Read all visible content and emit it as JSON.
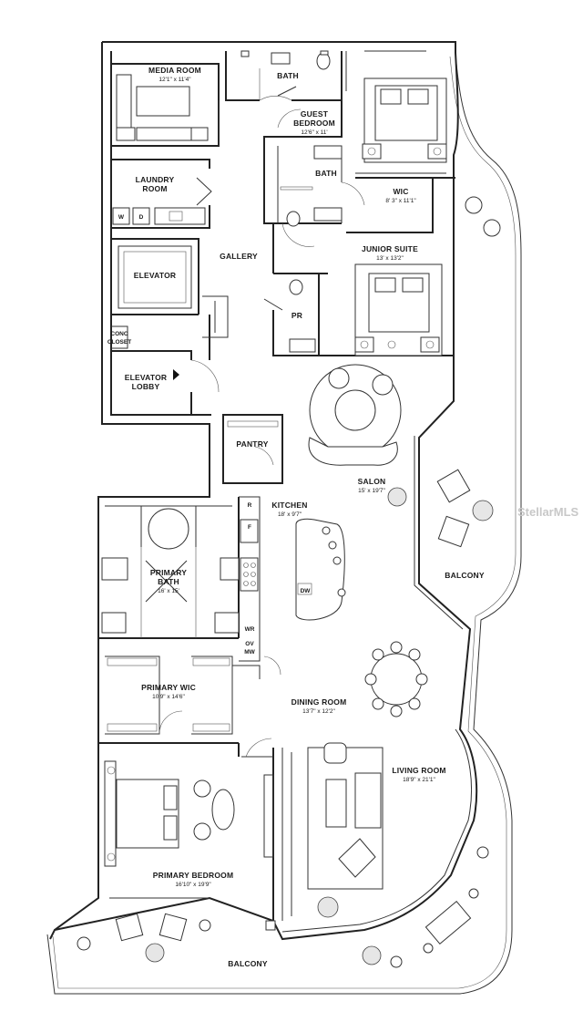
{
  "rooms": {
    "media_room": {
      "name": "MEDIA ROOM",
      "dim": "12'1\" x 11'4\""
    },
    "bath_top": {
      "name": "BATH"
    },
    "guest_bedroom": {
      "name_l1": "GUEST",
      "name_l2": "BEDROOM",
      "dim": "12'6\" x 11'"
    },
    "laundry": {
      "name_l1": "LAUNDRY",
      "name_l2": "ROOM",
      "w": "W",
      "d": "D"
    },
    "bath_mid": {
      "name": "BATH"
    },
    "wic": {
      "name": "WIC",
      "dim": "8' 3\" x 11'1\""
    },
    "gallery": {
      "name": "GALLERY"
    },
    "elevator": {
      "name": "ELEVATOR"
    },
    "junior_suite": {
      "name": "JUNIOR SUITE",
      "dim": "13' x 13'2\""
    },
    "powder": {
      "name": "PR"
    },
    "conc_closet": {
      "name_l1": "CONC",
      "name_l2": "CLOSET"
    },
    "elevator_lobby": {
      "name_l1": "ELEVATOR",
      "name_l2": "LOBBY"
    },
    "pantry": {
      "name": "PANTRY"
    },
    "salon": {
      "name": "SALON",
      "dim": "15' x 19'7\""
    },
    "kitchen": {
      "name": "KITCHEN",
      "dim": "18' x 9'7\"",
      "r": "R",
      "f": "F",
      "dw": "DW",
      "wr": "WR",
      "ov1": "OV",
      "ov2": "MW"
    },
    "primary_bath": {
      "name_l1": "PRIMARY",
      "name_l2": "BATH",
      "dim": "16' x 15'"
    },
    "balcony_right": {
      "name": "BALCONY"
    },
    "primary_wic": {
      "name": "PRIMARY WIC",
      "dim": "10'9\" x 14'6\""
    },
    "dining_room": {
      "name": "DINING ROOM",
      "dim": "13'7\" x 12'2\""
    },
    "living_room": {
      "name": "LIVING ROOM",
      "dim": "18'9\" x 21'1\""
    },
    "primary_bedroom": {
      "name": "PRIMARY BEDROOM",
      "dim": "16'10\" x 19'9\""
    },
    "balcony_bottom": {
      "name": "BALCONY"
    }
  },
  "watermark": "StellarMLS"
}
